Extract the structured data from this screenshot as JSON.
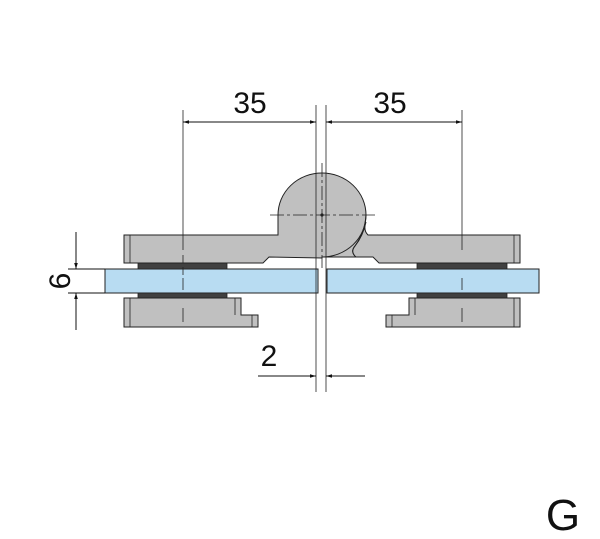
{
  "dimensions": {
    "left_offset": "35",
    "right_offset": "35",
    "glass_thickness": "6",
    "glass_gap": "2"
  },
  "variant_label": "G",
  "colors": {
    "metal": "#c0c0c0",
    "glass": "#b8dcf2",
    "gasket": "#404040",
    "line": "#111111"
  }
}
